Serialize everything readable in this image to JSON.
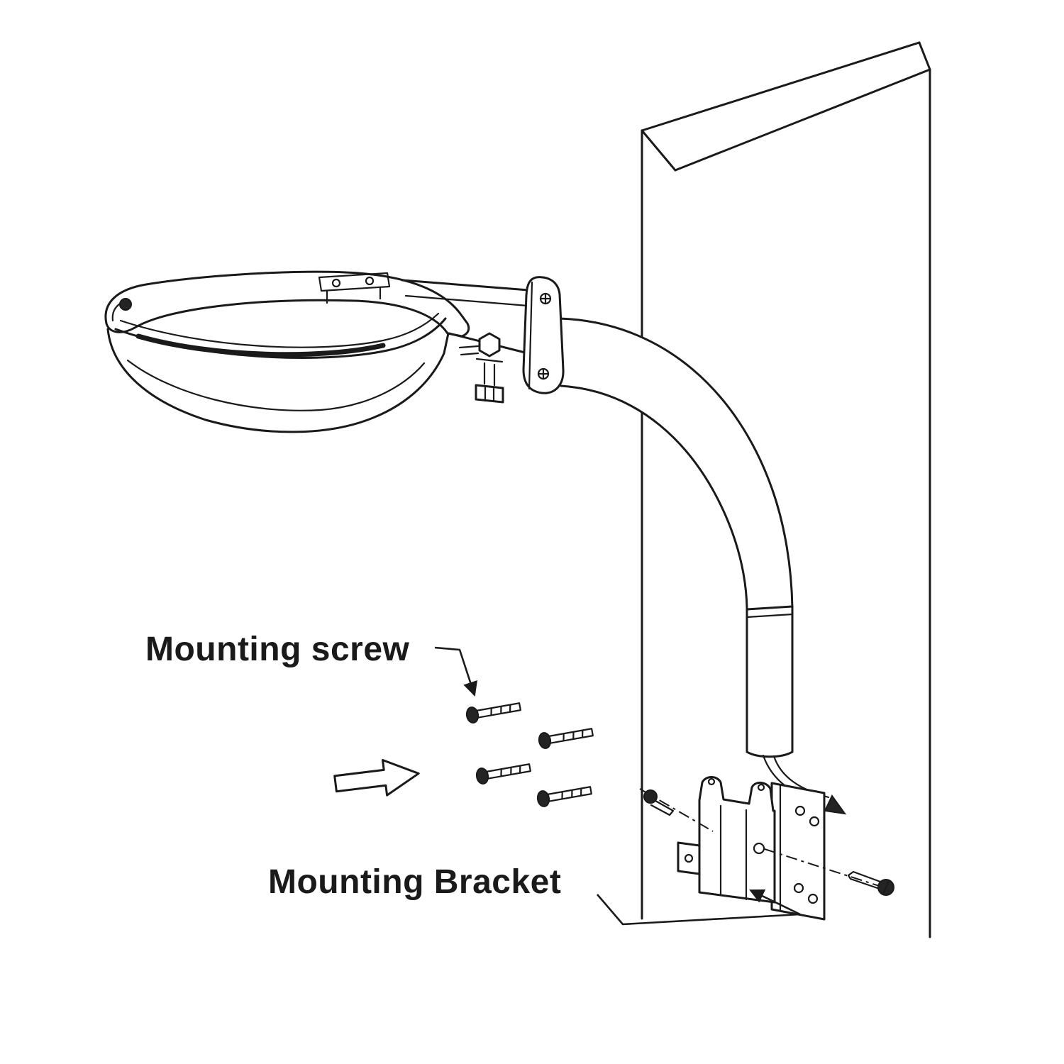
{
  "diagram": {
    "background_color": "#ffffff",
    "line_color": "#1a1a1a",
    "text_color": "#1a1a1a",
    "labels": {
      "mounting_screw": "Mounting screw",
      "mounting_bracket": "Mounting Bracket"
    },
    "parts": {
      "fixture": "led-street-light-fixture",
      "arm": "gooseneck-mounting-arm",
      "wall": "wall",
      "bracket": "mounting-bracket",
      "loose_screws_count": 4,
      "arrow": "insert-direction-arrow"
    }
  }
}
